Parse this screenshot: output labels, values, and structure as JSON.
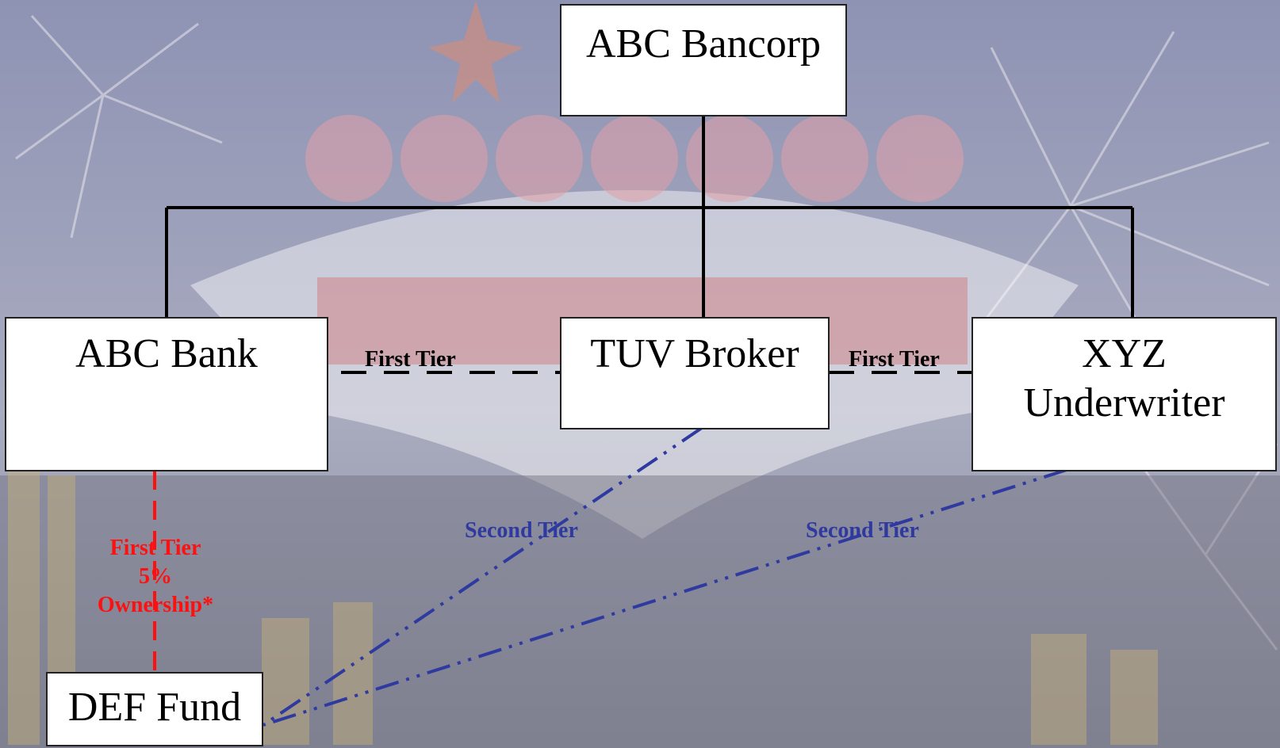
{
  "diagram": {
    "nodes": {
      "parent": {
        "label": "ABC Bancorp"
      },
      "bank": {
        "label": "ABC Bank"
      },
      "broker": {
        "label": "TUV Broker"
      },
      "underwriter": {
        "line1": "XYZ",
        "line2": "Underwriter"
      },
      "fund": {
        "label": "DEF Fund"
      }
    },
    "edges": {
      "first_tier_left": "First Tier",
      "first_tier_right": "First Tier",
      "second_tier_broker": "Second Tier",
      "second_tier_underwriter": "Second Tier",
      "ownership": {
        "line1": "First Tier",
        "line2": "5%",
        "line3": "Ownership*"
      }
    },
    "colors": {
      "first_tier_line": "#000000",
      "second_tier_line": "#2f3aa0",
      "ownership_line": "#ff1010"
    }
  }
}
